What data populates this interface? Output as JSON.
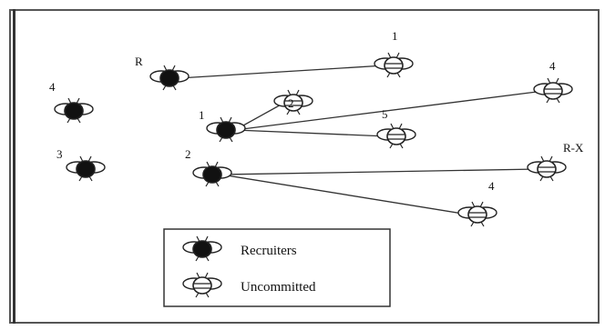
{
  "diagram": {
    "colors": {
      "recruiter": "#111111",
      "uncommitted_fill": "#ffffff",
      "stroke": "#222222",
      "edge": "#333333"
    },
    "nodes": [
      {
        "id": "R",
        "label": "R",
        "type": "recruiter"
      },
      {
        "id": "L4",
        "label": "4",
        "type": "recruiter"
      },
      {
        "id": "L3",
        "label": "3",
        "type": "recruiter"
      },
      {
        "id": "M1",
        "label": "1",
        "type": "recruiter"
      },
      {
        "id": "M2",
        "label": "2",
        "type": "recruiter"
      },
      {
        "id": "U1",
        "label": "1",
        "type": "uncommitted"
      },
      {
        "id": "U2",
        "label": "2",
        "type": "uncommitted"
      },
      {
        "id": "U4a",
        "label": "4",
        "type": "uncommitted"
      },
      {
        "id": "U5",
        "label": "5",
        "type": "uncommitted"
      },
      {
        "id": "URX",
        "label": "R-X",
        "type": "uncommitted"
      },
      {
        "id": "U4b",
        "label": "4",
        "type": "uncommitted"
      }
    ],
    "edges": [
      {
        "from": "R",
        "to": "U1"
      },
      {
        "from": "M1",
        "to": "U2"
      },
      {
        "from": "M1",
        "to": "U4a"
      },
      {
        "from": "M1",
        "to": "U5"
      },
      {
        "from": "M2",
        "to": "URX"
      },
      {
        "from": "M2",
        "to": "U4b"
      }
    ],
    "legend": [
      {
        "type": "recruiter",
        "label": "Recruiters"
      },
      {
        "type": "uncommitted",
        "label": "Uncommitted"
      }
    ]
  }
}
